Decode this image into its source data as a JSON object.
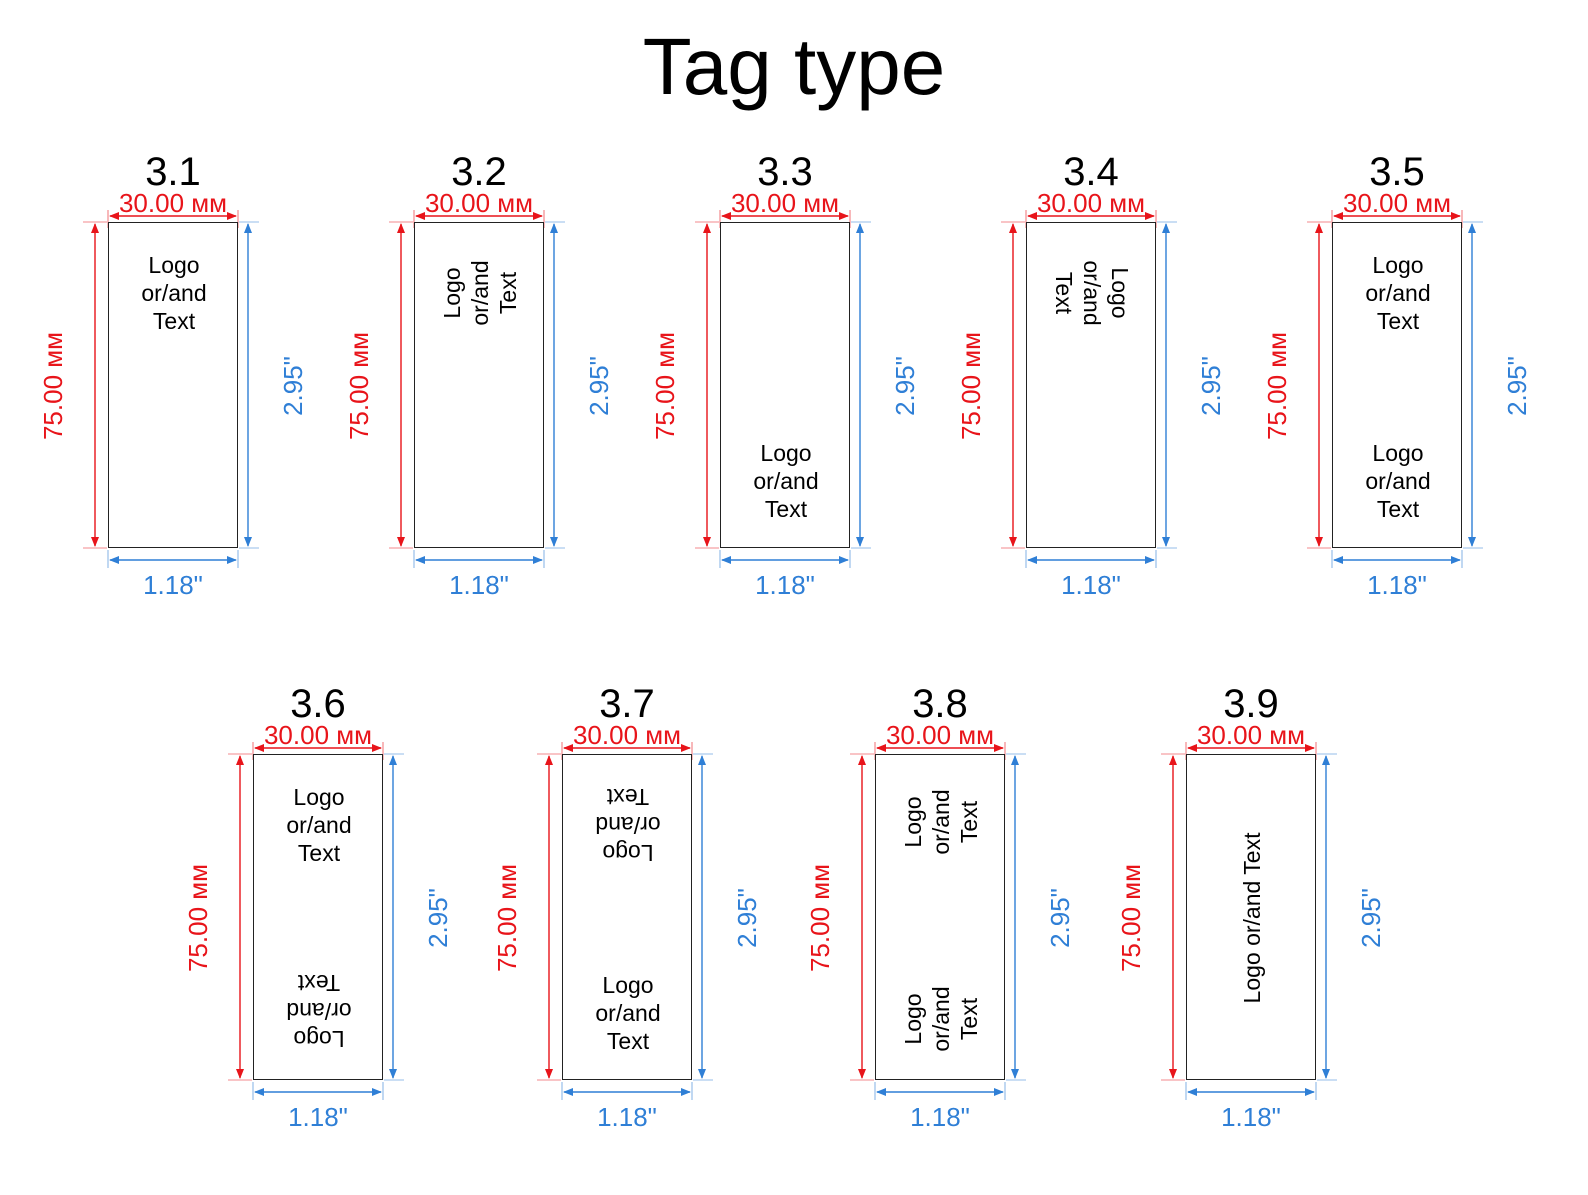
{
  "title": "Tag type",
  "dims": {
    "width_mm": "30.00 мм",
    "height_mm": "75.00 мм",
    "width_in": "1.18\"",
    "height_in": "2.95\""
  },
  "content_text": {
    "stacked_lines": [
      "Logo",
      "or/and",
      "Text"
    ],
    "single_line": "Logo or/and Text"
  },
  "colors": {
    "metric": "#e8141a",
    "imperial": "#2f7fd6",
    "outline": "#222222"
  },
  "tags": [
    {
      "label": "3.1",
      "layout": "top"
    },
    {
      "label": "3.2",
      "layout": "top rotated counter-clockwise"
    },
    {
      "label": "3.3",
      "layout": "bottom"
    },
    {
      "label": "3.4",
      "layout": "top rotated clockwise"
    },
    {
      "label": "3.5",
      "layout": "top and bottom"
    },
    {
      "label": "3.6",
      "layout": "top and bottom inverted"
    },
    {
      "label": "3.7",
      "layout": "top inverted and bottom"
    },
    {
      "label": "3.8",
      "layout": "top and bottom rotated counter-clockwise"
    },
    {
      "label": "3.9",
      "layout": "single line rotated counter-clockwise"
    }
  ]
}
